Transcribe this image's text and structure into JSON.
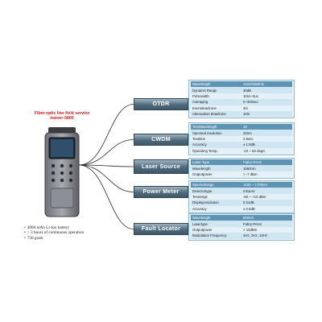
{
  "device": {
    "title_lines": [
      "Fiber optic line field service",
      "trainer-5800"
    ],
    "specs": [
      "4000 mAh Li-Ion battery",
      "> 3 hours of continuous operation",
      "730 gram"
    ]
  },
  "modules": [
    {
      "label": "OTDR",
      "rows": [
        [
          "Wavelength",
          "1310/1550nm"
        ],
        [
          "Dynamic Range",
          "30dB"
        ],
        [
          "Pulsewidth",
          "10ns~3us"
        ],
        [
          "Averaging",
          "0~300sec"
        ],
        [
          "Eventdeadzone",
          "3m"
        ],
        [
          "Attenuation deadzone",
          "10m"
        ]
      ]
    },
    {
      "label": "CWDM",
      "rows": [
        [
          "TestWavelength",
          "18"
        ],
        [
          "Specteal resolution",
          "20nm"
        ],
        [
          "Testtime",
          "2.5sec"
        ],
        [
          "Accuracy",
          "± 1.5dB"
        ],
        [
          "Operating Temp.",
          "-10 ~ 50 degC"
        ]
      ]
    },
    {
      "label": "Laser Source",
      "rows": [
        [
          "Laser Type",
          "Fabry-Perot"
        ],
        [
          "Wavelength",
          "1550nm"
        ],
        [
          "Outputpower",
          "> -7 dBm"
        ]
      ]
    },
    {
      "label": "Power Meter",
      "rows": [
        [
          "Spectralrange",
          "1200 ~ 1700nm"
        ],
        [
          "Detectortype",
          "InGaAs"
        ],
        [
          "Testrange",
          "-60 ~ +10 dBm"
        ],
        [
          "Displayresolution",
          "0.01dB"
        ],
        [
          "Accuracy",
          "± 0.5dB"
        ]
      ]
    },
    {
      "label": "Fault Locator",
      "rows": [
        [
          "Wavelength",
          "650nm"
        ],
        [
          "Lasertype",
          "Fabry-Perot"
        ],
        [
          "Outputpower",
          "> 10dBm"
        ],
        [
          "Modulation Frequency",
          "1Hz, 2Hz, 10Hz"
        ]
      ]
    }
  ],
  "colors": {
    "title_red": "#d42020",
    "button_blue": "#4e6a7c",
    "panel_fill": "#e4f1f8",
    "panel_header": "#5e93b3"
  }
}
